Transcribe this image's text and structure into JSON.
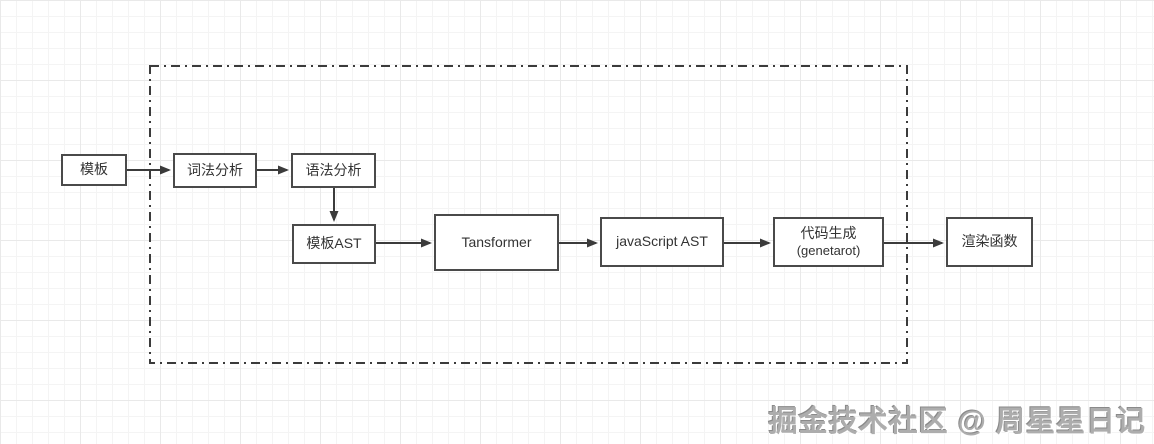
{
  "diagram": {
    "title": "template-compile-pipeline",
    "nodes": [
      {
        "id": "template",
        "label": "模板"
      },
      {
        "id": "lexical-analysis",
        "label": "词法分析"
      },
      {
        "id": "syntax-analysis",
        "label": "语法分析"
      },
      {
        "id": "template-ast",
        "label": "模板AST"
      },
      {
        "id": "transformer",
        "label": "Tansformer"
      },
      {
        "id": "javascript-ast",
        "label": "javaScript AST"
      },
      {
        "id": "code-generation",
        "label": "代码生成",
        "sublabel": "(genetarot)"
      },
      {
        "id": "render-function",
        "label": "渲染函数"
      }
    ],
    "edges": [
      {
        "from": "template",
        "to": "lexical-analysis",
        "direction": "right"
      },
      {
        "from": "lexical-analysis",
        "to": "syntax-analysis",
        "direction": "right"
      },
      {
        "from": "syntax-analysis",
        "to": "template-ast",
        "direction": "down"
      },
      {
        "from": "template-ast",
        "to": "transformer",
        "direction": "right"
      },
      {
        "from": "transformer",
        "to": "javascript-ast",
        "direction": "right"
      },
      {
        "from": "javascript-ast",
        "to": "code-generation",
        "direction": "right"
      },
      {
        "from": "code-generation",
        "to": "render-function",
        "direction": "right"
      }
    ],
    "boundary": {
      "style": "dash-dot",
      "contains": [
        "lexical-analysis",
        "syntax-analysis",
        "template-ast",
        "transformer",
        "javascript-ast",
        "code-generation"
      ]
    }
  },
  "watermark": {
    "text": "掘金技术社区 @ 周星星日记"
  },
  "colors": {
    "background": "#ffffff",
    "grid_minor": "#f4f4f4",
    "grid_major": "#e9e9e9",
    "node_border": "#4a4a4a",
    "node_fill": "#ffffff",
    "node_text": "#333333",
    "arrow": "#3b3b3b",
    "boundary": "#3b3b3b",
    "watermark": "#adadad"
  }
}
